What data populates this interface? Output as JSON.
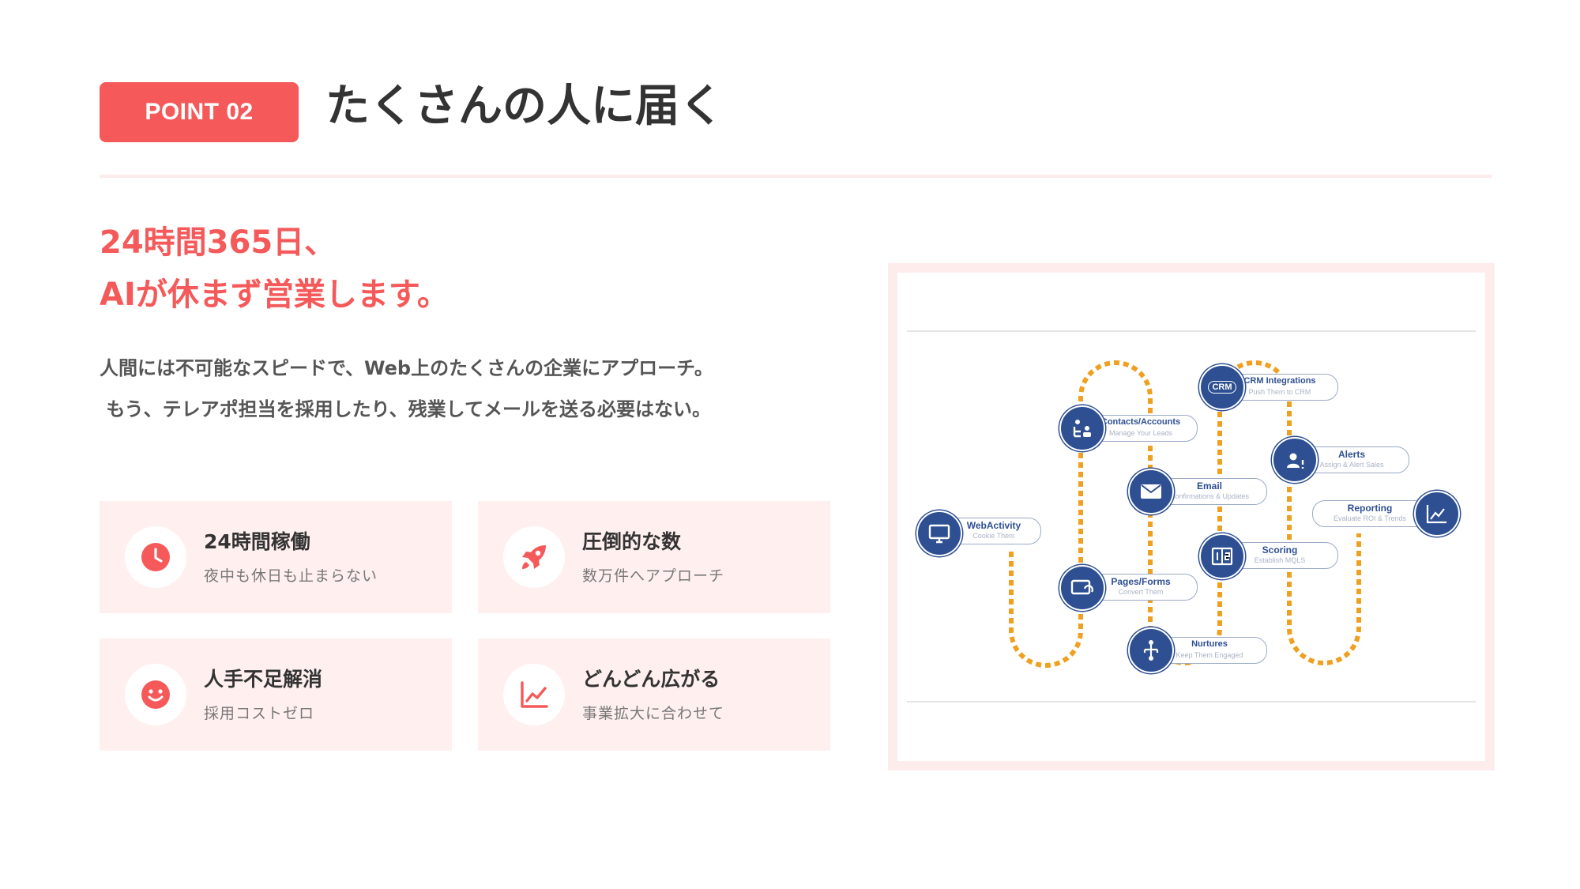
{
  "header": {
    "badge": "POINT 02",
    "title": "たくさんの人に届く"
  },
  "headline": {
    "line1": "24時間365日、",
    "line2": "AIが休まず営業します。"
  },
  "body": {
    "line1": "人間には不可能なスピードで、Web上のたくさんの企業にアプローチ。",
    "line2": " もう、テレアポ担当を採用したり、残業してメールを送る必要はない。"
  },
  "features": [
    {
      "title": "24時間稼働",
      "subtitle": "夜中も休日も止まらない",
      "icon": "clock-icon"
    },
    {
      "title": "圧倒的な数",
      "subtitle": "数万件へアプローチ",
      "icon": "rocket-icon"
    },
    {
      "title": "人手不足解消",
      "subtitle": "採用コストゼロ",
      "icon": "smile-icon"
    },
    {
      "title": "どんどん広がる",
      "subtitle": "事業拡大に合わせて",
      "icon": "chart-line-icon"
    }
  ],
  "diagram": {
    "nodes": [
      {
        "title": "WebActivity",
        "sub": "Cookie Them",
        "icon": "monitor-icon"
      },
      {
        "title": "Contacts/Accounts",
        "sub": "Manage Your Leads",
        "icon": "contacts-icon"
      },
      {
        "title": "Pages/Forms",
        "sub": "Convert Them",
        "icon": "form-icon"
      },
      {
        "title": "Email",
        "sub": "Confirmations & Updates",
        "icon": "email-icon"
      },
      {
        "title": "Nurtures",
        "sub": "Keep Them Engaged",
        "icon": "nurture-icon"
      },
      {
        "title": "CRM Integrations",
        "sub": "Push Them to CRM",
        "icon": "crm-icon",
        "badge": "CRM"
      },
      {
        "title": "Scoring",
        "sub": "Establish MQLS",
        "icon": "scoring-icon"
      },
      {
        "title": "Alerts",
        "sub": "Assign & Alert Sales",
        "icon": "alert-icon"
      },
      {
        "title": "Reporting",
        "sub": "Evaluate ROI & Trends",
        "icon": "reporting-icon"
      }
    ]
  },
  "colors": {
    "accent": "#f5595a",
    "card_bg": "#fff0ef",
    "node_blue": "#2e4f92",
    "path_orange": "#f0a020"
  }
}
